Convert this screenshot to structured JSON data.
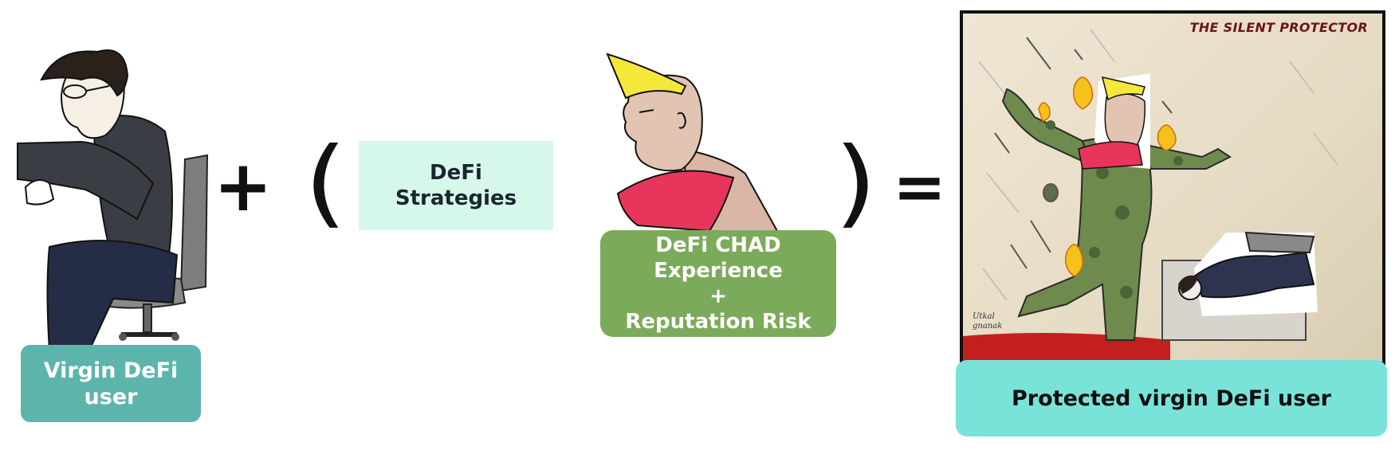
{
  "operators": {
    "plus": "+",
    "open_paren": "(",
    "close_paren": ")",
    "equals": "="
  },
  "labels": {
    "virgin_user": "Virgin DeFi user",
    "strategies": "DeFi Strategies",
    "chad_line1": "DeFi CHAD",
    "chad_line2": "Experience",
    "chad_plus": "+",
    "chad_line3": "Reputation Risk",
    "protected_user": "Protected virgin DeFi user"
  },
  "comic": {
    "title": "THE SILENT PROTECTOR",
    "signature": "Utkal gnanak"
  },
  "colors": {
    "virgin_label_bg": "#5db4aa",
    "strategies_bg": "#d6f8ea",
    "chad_label_bg": "#7caa5b",
    "protected_label_bg": "#79e3da",
    "chad_hair": "#f6e83a",
    "chad_shirt": "#e8355b"
  },
  "illustrations": [
    "virgin-user-drawing",
    "chad-head-drawing",
    "silent-protector-comic"
  ]
}
